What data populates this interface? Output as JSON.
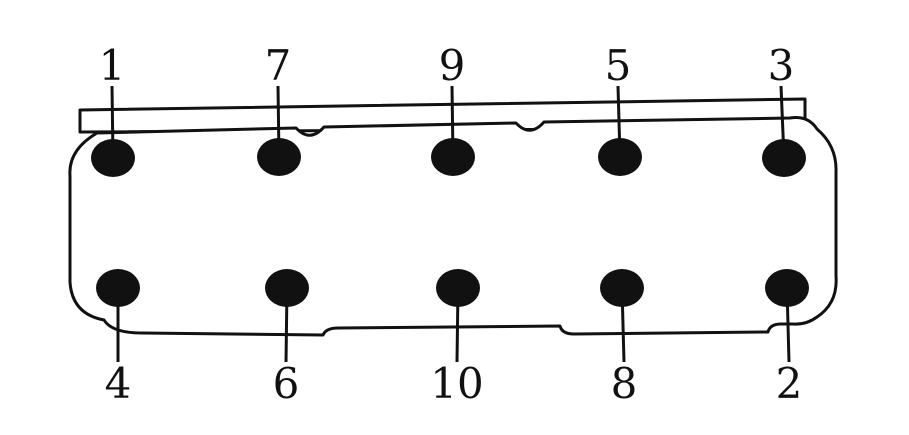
{
  "diagram": {
    "type": "torque-sequence",
    "tightening_order_top_row": [
      "1",
      "7",
      "9",
      "5",
      "3"
    ],
    "tightening_order_bottom_row": [
      "4",
      "6",
      "10",
      "8",
      "2"
    ],
    "colors": {
      "ink": "#111111",
      "background": "#ffffff"
    },
    "bolts": [
      {
        "label": "1",
        "dot": [
          113,
          158
        ],
        "text": [
          112,
          80
        ],
        "leader": [
          112,
          86
        ]
      },
      {
        "label": "7",
        "dot": [
          279,
          157
        ],
        "text": [
          278,
          80
        ],
        "leader": [
          278,
          86
        ]
      },
      {
        "label": "9",
        "dot": [
          453,
          157
        ],
        "text": [
          452,
          80
        ],
        "leader": [
          452,
          86
        ]
      },
      {
        "label": "5",
        "dot": [
          620,
          157
        ],
        "text": [
          618,
          80
        ],
        "leader": [
          618,
          86
        ]
      },
      {
        "label": "3",
        "dot": [
          784,
          158
        ],
        "text": [
          781,
          80
        ],
        "leader": [
          781,
          86
        ]
      },
      {
        "label": "4",
        "dot": [
          118,
          288
        ],
        "text": [
          118,
          398
        ],
        "leader": [
          118,
          362
        ]
      },
      {
        "label": "6",
        "dot": [
          287,
          288
        ],
        "text": [
          286,
          398
        ],
        "leader": [
          286,
          362
        ]
      },
      {
        "label": "10",
        "dot": [
          458,
          288
        ],
        "text": [
          457,
          398
        ],
        "leader": [
          457,
          362
        ]
      },
      {
        "label": "8",
        "dot": [
          622,
          288
        ],
        "text": [
          624,
          398
        ],
        "leader": [
          624,
          362
        ]
      },
      {
        "label": "2",
        "dot": [
          787,
          288
        ],
        "text": [
          789,
          398
        ],
        "leader": [
          789,
          362
        ]
      }
    ],
    "dot_rx": 22,
    "dot_ry": 19,
    "label_font_size": 42,
    "line_width": 3
  }
}
